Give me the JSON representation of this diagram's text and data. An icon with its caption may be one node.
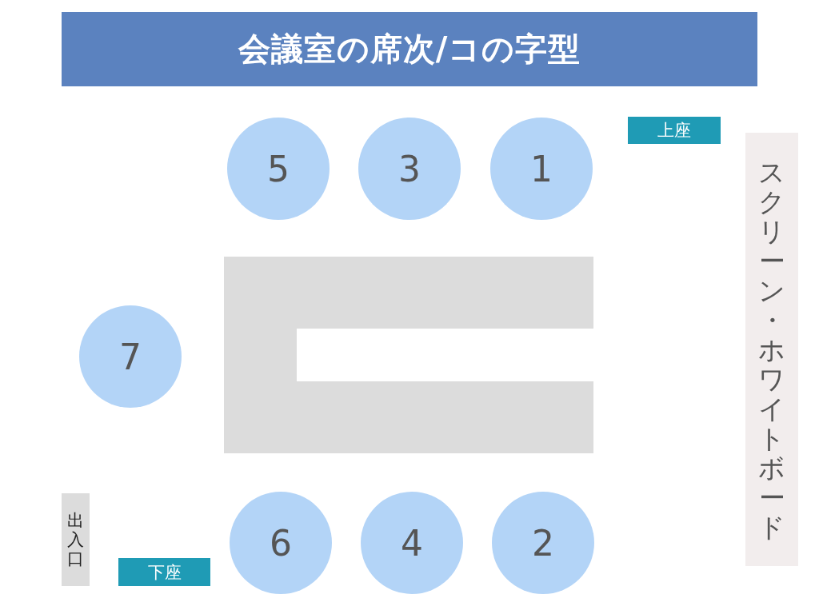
{
  "diagram": {
    "title": "会議室の席次/コの字型",
    "nodes": [
      {
        "text": [
          "5"
        ]
      },
      {
        "text": [
          "3"
        ]
      },
      {
        "text": [
          "1"
        ]
      },
      {
        "text": [
          "上座"
        ]
      },
      {
        "text": [
          "スクリーン・ホワイトボード"
        ]
      },
      {
        "text": [],
        "shape": "table"
      },
      {
        "text": [
          "7"
        ]
      },
      {
        "text": [
          "出入口"
        ]
      },
      {
        "text": [
          "6"
        ]
      },
      {
        "text": [
          "4"
        ]
      },
      {
        "text": [
          "2"
        ]
      },
      {
        "text": [
          "下座"
        ]
      }
    ]
  }
}
